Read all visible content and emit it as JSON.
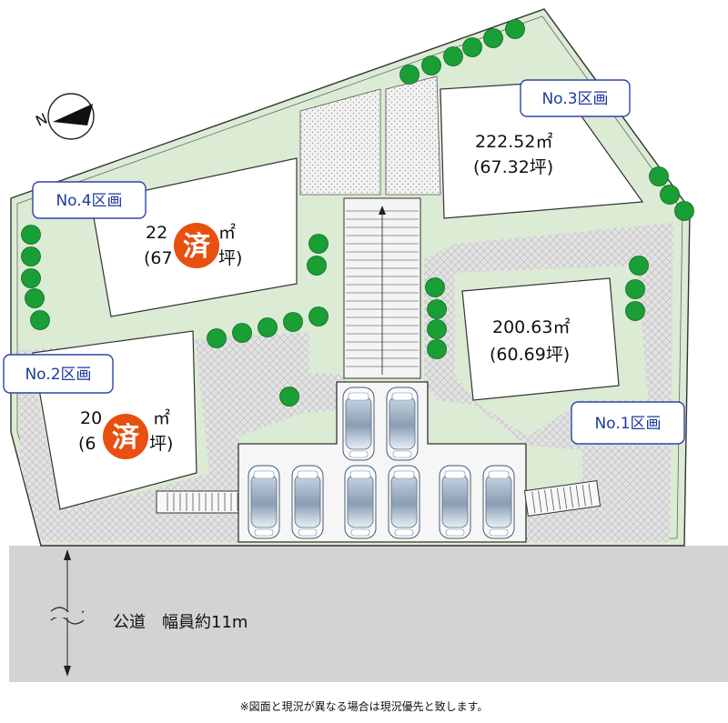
{
  "lots": [
    {
      "label": "No.1区画",
      "area": "",
      "tsubo": "",
      "sold": false
    },
    {
      "label": "No.2区画",
      "area": "20",
      "area_tail": "㎡",
      "tsubo": "(6",
      "tsubo_tail": "坪)",
      "sold": true
    },
    {
      "label": "No.3区画",
      "area": "222.52㎡",
      "tsubo": "(67.32坪)",
      "sold": false
    },
    {
      "label": "No.4区画",
      "area": "22",
      "area_tail": "㎡",
      "tsubo": "(67",
      "tsubo_tail": "坪)",
      "sold": true
    }
  ],
  "lot1_area": "200.63㎡",
  "lot1_tsubo": "(60.69坪)",
  "sold_mark": "済",
  "road_label": "公道　幅員約11m",
  "footnote": "※図面と現況が異なる場合は現況優先と致します。",
  "compass": "N",
  "colors": {
    "green": "#dbebd4",
    "gray": "#dcdcdc",
    "road": "#d3d3d3",
    "tree": "#1a9e36",
    "stamp": "#e85010",
    "label_border": "#2d45a8"
  }
}
